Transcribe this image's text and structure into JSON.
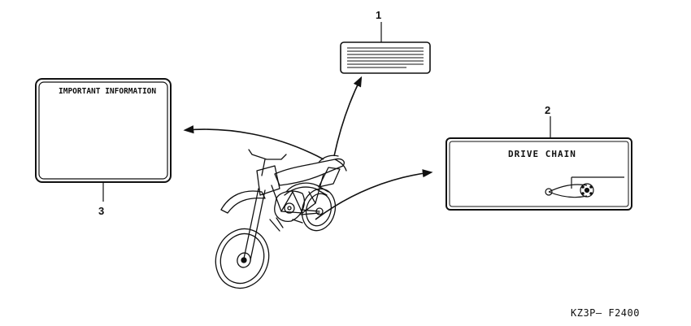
{
  "labels": {
    "important": {
      "callout": "3",
      "title": "IMPORTANT INFORMATION"
    },
    "top": {
      "callout": "1"
    },
    "drive_chain": {
      "callout": "2",
      "title": "DRIVE CHAIN"
    }
  },
  "diagram_code": "KZ3P— F2400"
}
